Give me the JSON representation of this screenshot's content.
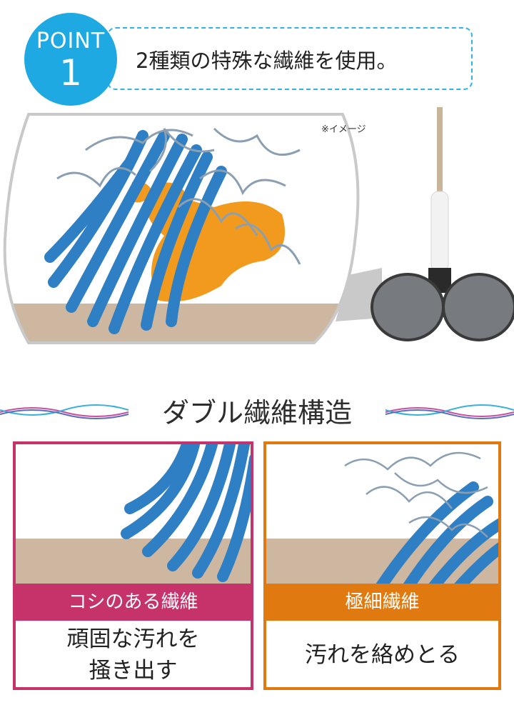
{
  "point": {
    "label": "POINT",
    "number": "1",
    "text": "2種類の特殊な繊維を使用。"
  },
  "illustration": {
    "note": "※イメージ"
  },
  "section": {
    "title": "ダブル繊維構造"
  },
  "cards": [
    {
      "label": "コシのある繊維",
      "description": "頑固な汚れを\n掻き出す",
      "color": "#c6336a"
    },
    {
      "label": "極細繊維",
      "description": "汚れを絡めとる",
      "color": "#e07a10"
    }
  ],
  "colors": {
    "accent_blue": "#1fa9e2",
    "fiber_blue": "#2f7fc4",
    "dirt_orange": "#f29a1e",
    "floor": "#cdb7a0"
  }
}
